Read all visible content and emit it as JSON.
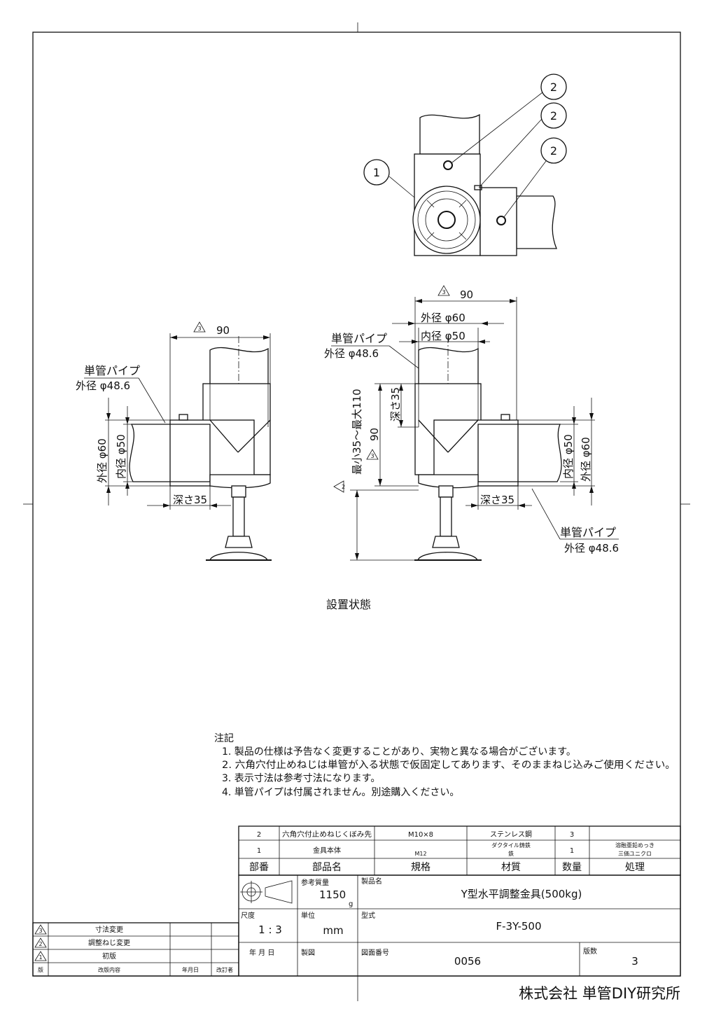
{
  "callouts": {
    "part1": "1",
    "part2": "2"
  },
  "left_view": {
    "width_dim": "90",
    "pipe_label": "単管パイプ",
    "pipe_od": "外径 φ48.6",
    "outer_dia": "外径 φ60",
    "inner_dia": "内径 φ50",
    "depth": "深さ35",
    "revision_mark": "3"
  },
  "right_view": {
    "width_dim": "90",
    "outer_dia_top": "外径 φ60",
    "inner_dia_top": "内径 φ50",
    "pipe_label_top": "単管パイプ",
    "pipe_od_top": "外径 φ48.6",
    "height_range": "最小35～最大110",
    "depth_vertical": "深さ35",
    "height_90": "90",
    "depth_horizontal": "深さ35",
    "inner_dia_side": "内径 φ50",
    "outer_dia_side": "外径 φ60",
    "pipe_label_bottom": "単管パイプ",
    "pipe_od_bottom": "外径 φ48.6",
    "rev2": "2",
    "rev3": "3"
  },
  "caption": "設置状態",
  "notes": {
    "heading": "注記",
    "items": [
      "1. 製品の仕様は予告なく変更することがあり、実物と異なる場合がございます。",
      "2. 六角穴付止めねじは単管が入る状態で仮固定してあります、そのままねじ込みご使用ください。",
      "3. 表示寸法は参考寸法になります。",
      "4. 単管パイプは付属されません。別途購入ください。"
    ]
  },
  "parts_table": {
    "rows": [
      {
        "no": "2",
        "name": "六角穴付止めねじくぼみ先",
        "spec": "M10×8",
        "material": "ステンレス鋼",
        "qty": "3",
        "treatment": ""
      },
      {
        "no": "1",
        "name": "金具本体",
        "spec": "M12",
        "material_line1": "ダクタイル鋳鉄",
        "material_line2": "鉄",
        "qty": "1",
        "treatment_line1": "溶融亜鉛めっき",
        "treatment_line2": "三価ユニクロ"
      }
    ],
    "headers": {
      "no": "部番",
      "name": "部品名",
      "spec": "規格",
      "material": "材質",
      "qty": "数量",
      "treatment": "処理"
    }
  },
  "title_block": {
    "weight_label": "参考質量",
    "weight_value": "1150",
    "weight_unit": "g",
    "product_label": "製品名",
    "product_name": "Y型水平調整金具(500kg)",
    "scale_label": "尺度",
    "scale_value": "1 : 3",
    "unit_label": "単位",
    "unit_value": "mm",
    "model_label": "型式",
    "model_value": "F-3Y-500",
    "date_label": "年 月 日",
    "drawn_label": "製図",
    "drawing_no_label": "図面番号",
    "drawing_no": "0056",
    "edition_label": "版数",
    "edition_value": "3"
  },
  "revision_table": {
    "rows": [
      {
        "mark": "3",
        "content": "寸法変更"
      },
      {
        "mark": "2",
        "content": "調整ねじ変更"
      },
      {
        "mark": "1",
        "content": "初版"
      }
    ],
    "headers": {
      "edition": "版",
      "content": "改版内容",
      "date": "年月日",
      "reviser": "改訂者"
    }
  },
  "company": "株式会社 単管DIY研究所"
}
